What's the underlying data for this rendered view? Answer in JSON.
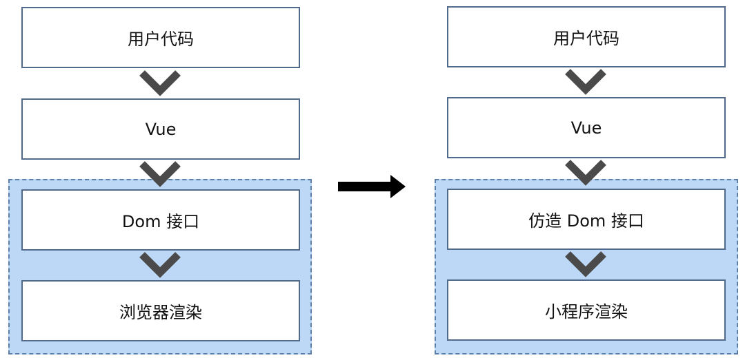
{
  "left": {
    "steps": [
      "用户代码",
      "Vue",
      "Dom 接口",
      "浏览器渲染"
    ]
  },
  "right": {
    "steps": [
      "用户代码",
      "Vue",
      "仿造 Dom 接口",
      "小程序渲染"
    ]
  },
  "colors": {
    "box_border": "#51698a",
    "region_fill": "#bcd8f6",
    "region_border": "#5b7fa6",
    "chevron": "#4a4a4a",
    "arrow": "#000000"
  },
  "icons": {
    "chevron": "chevron-down-icon",
    "arrow": "arrow-right-icon"
  }
}
